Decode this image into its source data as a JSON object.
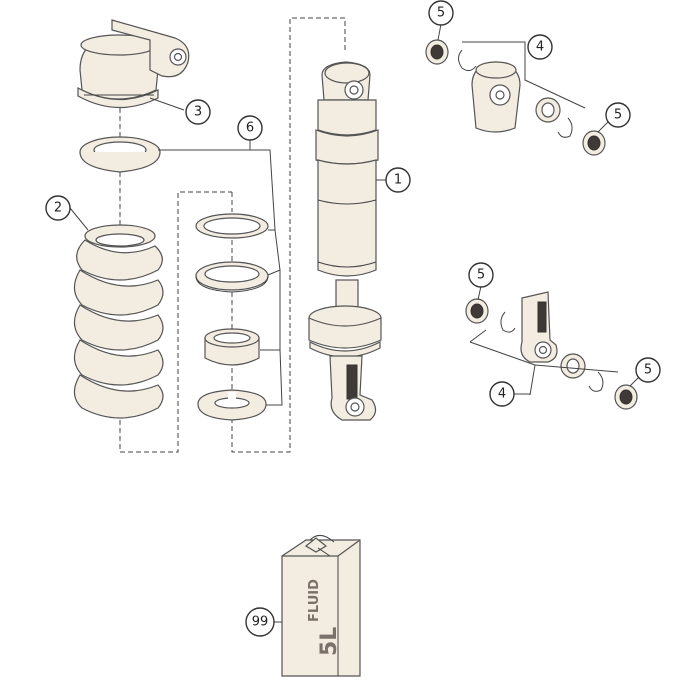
{
  "callouts": {
    "c1": "1",
    "c2": "2",
    "c3": "3",
    "c4a": "4",
    "c4b": "4",
    "c5a": "5",
    "c5b": "5",
    "c5c": "5",
    "c5d": "5",
    "c6": "6",
    "c99": "99"
  },
  "can": {
    "line1": "FLUID",
    "line2": "5L"
  },
  "colors": {
    "part_fill": "#f3ece1",
    "outline": "#555555",
    "background": "#ffffff"
  }
}
